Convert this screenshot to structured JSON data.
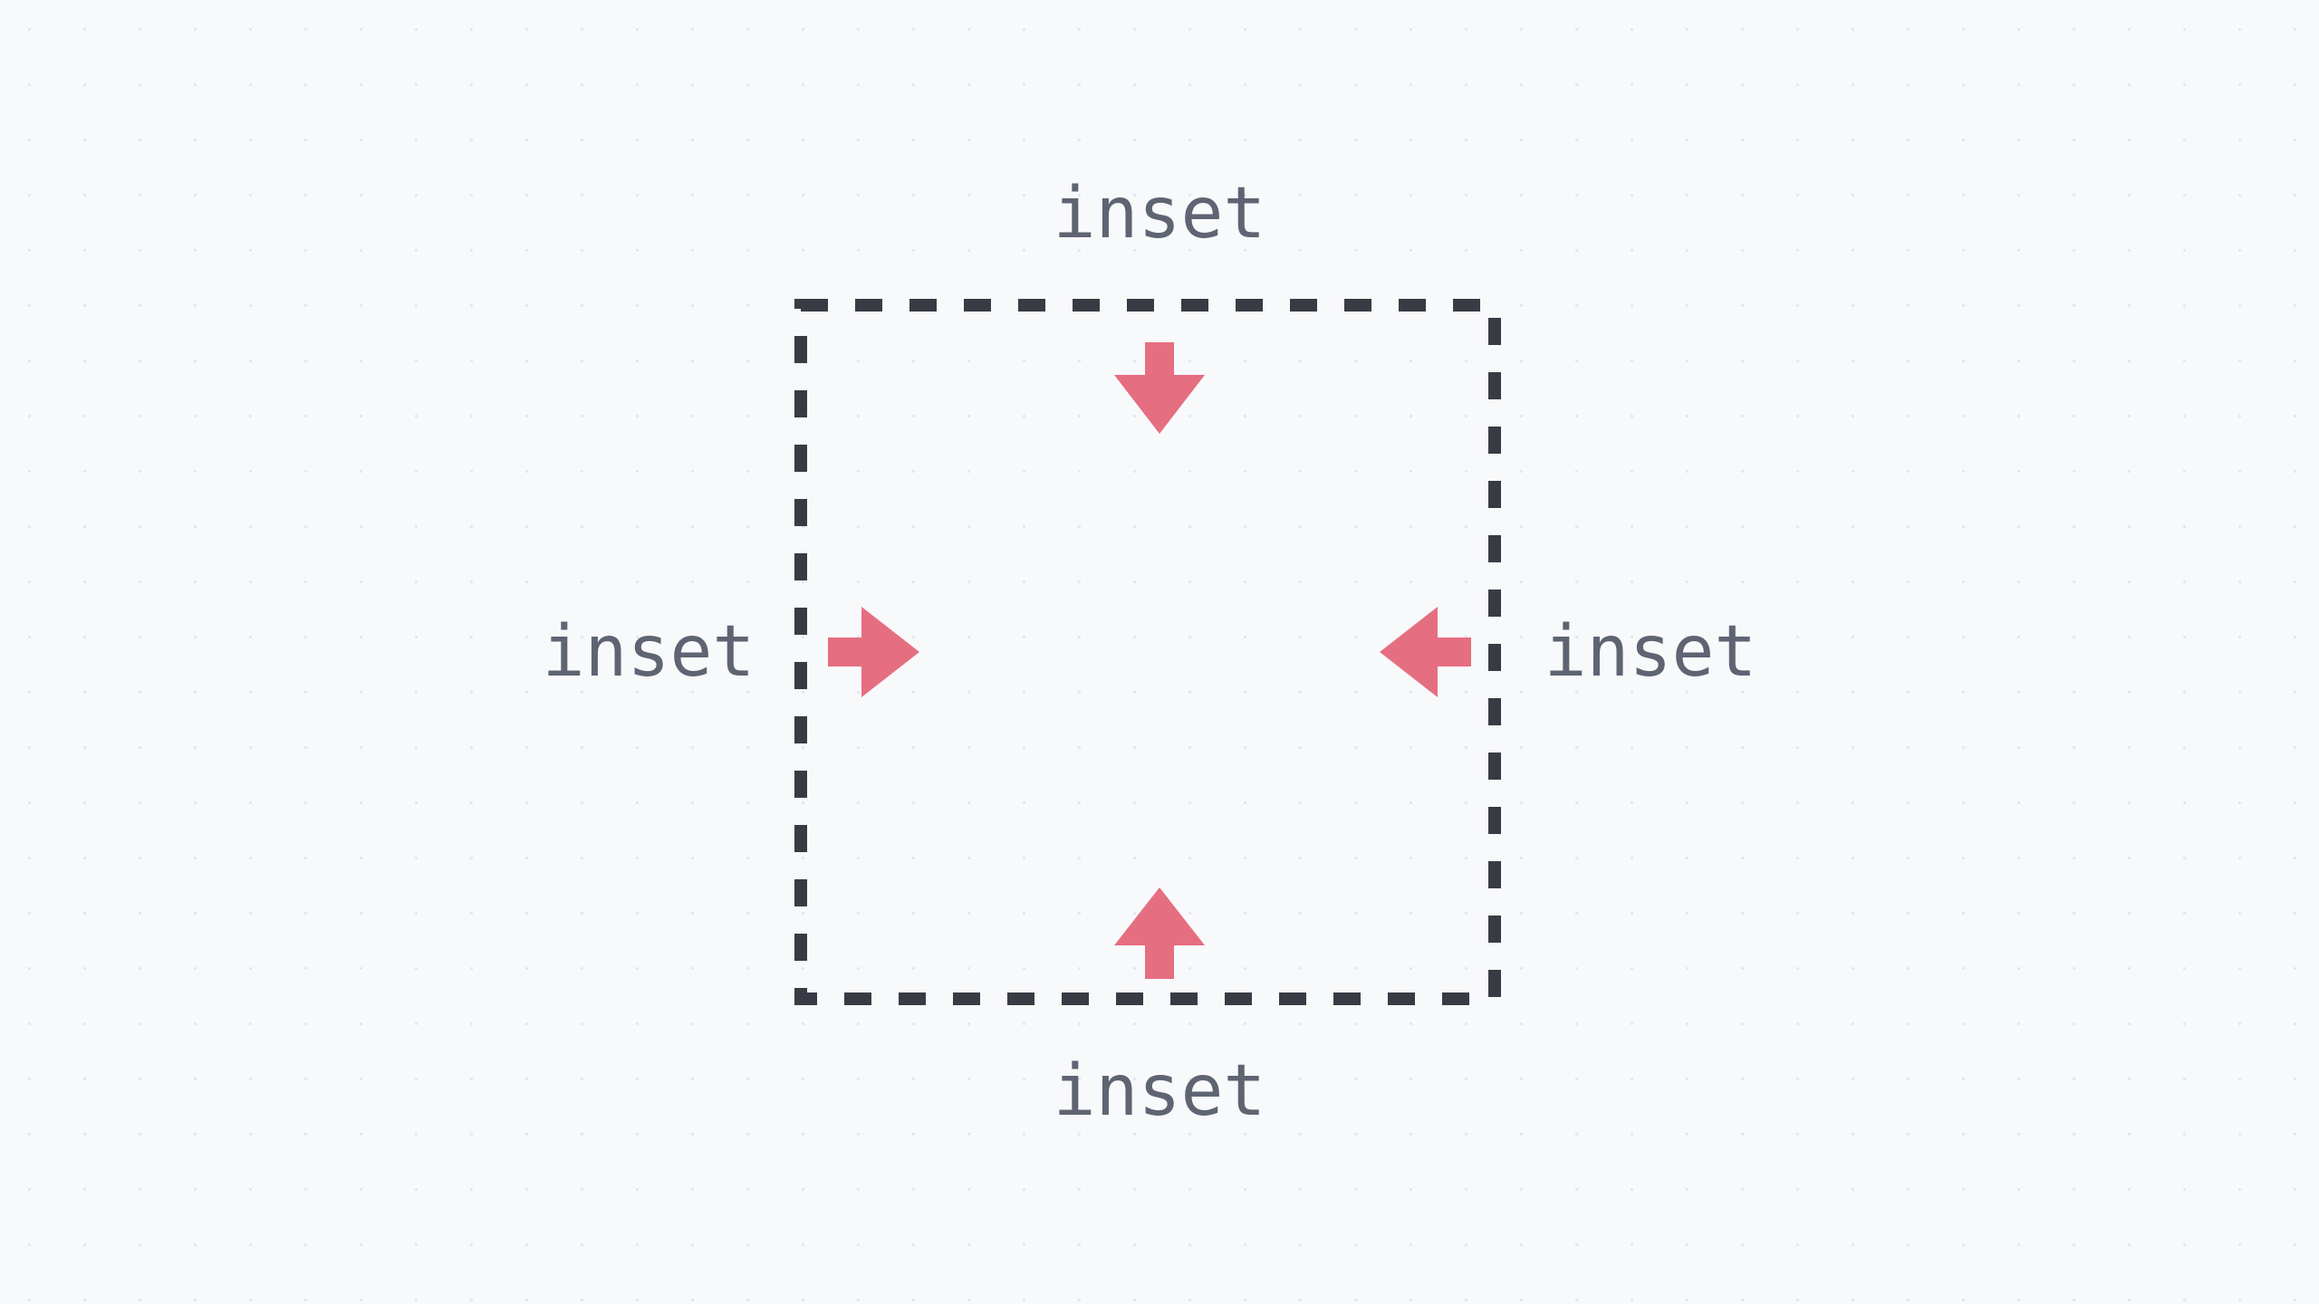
{
  "colors": {
    "background": "#f8f9fb",
    "grid_dot": "#e4e6ec",
    "box_stroke": "#393b44",
    "arrow": "#e56e80",
    "label": "#5f6473"
  },
  "icons": {
    "top": "arrow-down-icon",
    "bottom": "arrow-up-icon",
    "left": "arrow-right-icon",
    "right": "arrow-left-icon"
  },
  "labels": {
    "top": "inset",
    "bottom": "inset",
    "left": "inset",
    "right": "inset"
  }
}
